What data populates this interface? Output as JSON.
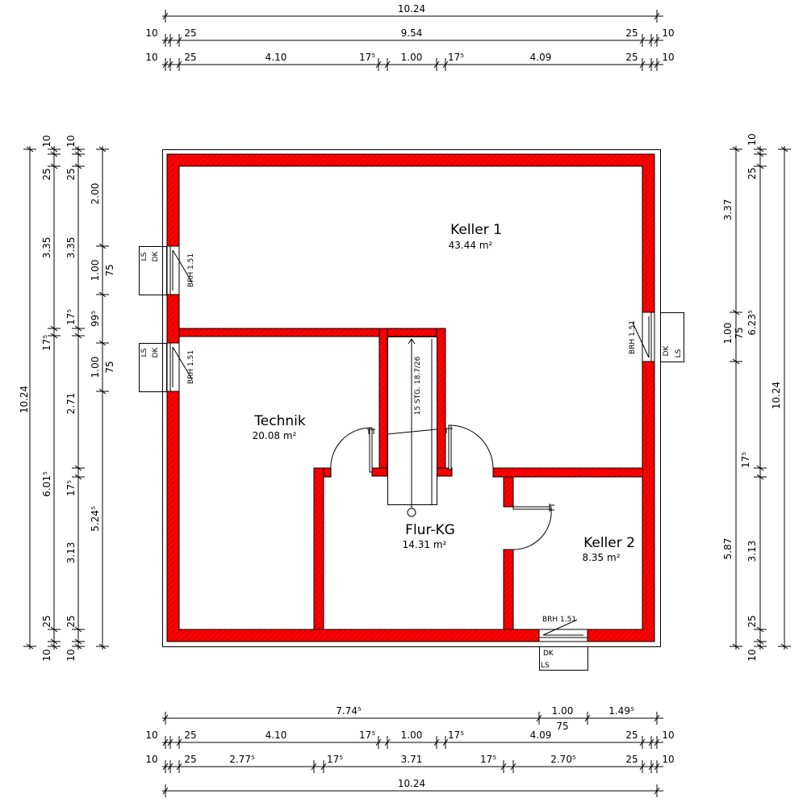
{
  "colors": {
    "wall": "#ff0000",
    "line": "#000000",
    "background": "#ffffff"
  },
  "rooms": [
    {
      "name": "Keller 1",
      "area": "43.44 m²"
    },
    {
      "name": "Technik",
      "area": "20.08 m²"
    },
    {
      "name": "Flur-KG",
      "area": "14.31 m²"
    },
    {
      "name": "Keller 2",
      "area": "8.35 m²"
    }
  ],
  "stair_label": "15 STG. 18.7/26",
  "windows": [
    {
      "brh": "BRH 1.51",
      "type1": "LS",
      "type2": "DK"
    },
    {
      "brh": "BRH 1.51",
      "type1": "LS",
      "type2": "DK"
    },
    {
      "brh": "BRH 1.51",
      "type1": "DK",
      "type2": "LS"
    },
    {
      "brh": "BRH 1.51",
      "type1": "DK",
      "type2": "LS"
    }
  ],
  "dimensions": {
    "top": [
      [
        "10.24"
      ],
      [
        "10",
        "25",
        "9.54",
        "25",
        "10"
      ],
      [
        "10",
        "25",
        "4.10",
        "17⁵",
        "1.00",
        "17⁵",
        "4.09",
        "25",
        "10"
      ]
    ],
    "bottom": [
      [
        "7.74⁵",
        "1.00",
        "75",
        "1.49⁵"
      ],
      [
        "10",
        "25",
        "4.10",
        "17⁵",
        "1.00",
        "17⁵",
        "4.09",
        "25",
        "10"
      ],
      [
        "10",
        "25",
        "2.77⁵",
        "17⁵",
        "3.71",
        "17⁵",
        "2.70⁵",
        "25",
        "10"
      ],
      [
        "10.24"
      ]
    ],
    "left": [
      [
        "10.24"
      ],
      [
        "10",
        "25",
        "3.35",
        "17⁵",
        "6.01⁵",
        "25",
        "10"
      ],
      [
        "10",
        "25",
        "3.35",
        "17⁵",
        "2.71",
        "17⁵",
        "3.13",
        "25",
        "10"
      ],
      [
        "2.00",
        "1.00",
        "75",
        "99⁵",
        "1.00",
        "75",
        "5.24⁵"
      ]
    ],
    "right": [
      [
        "3.37",
        "1.00",
        "75",
        "5.87"
      ],
      [
        "10",
        "25",
        "6.23⁵",
        "17⁵",
        "3.13",
        "25",
        "10"
      ],
      [
        "10.24"
      ]
    ]
  }
}
